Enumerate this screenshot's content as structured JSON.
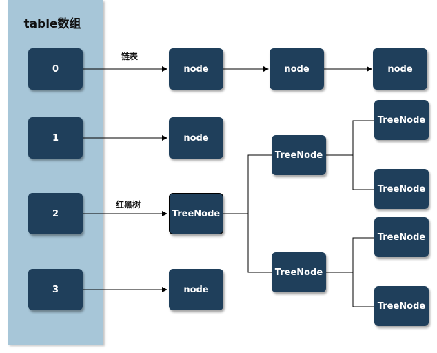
{
  "table": {
    "title": "table数组",
    "indices": [
      "0",
      "1",
      "2",
      "3"
    ]
  },
  "labels": {
    "linked_list": "链表",
    "red_black_tree": "红黑树"
  },
  "nodes": {
    "node": "node",
    "tree_node": "TreeNode"
  },
  "colors": {
    "box": "#1f3f5b",
    "panel": "#a7c6d8",
    "line": "#000000"
  }
}
